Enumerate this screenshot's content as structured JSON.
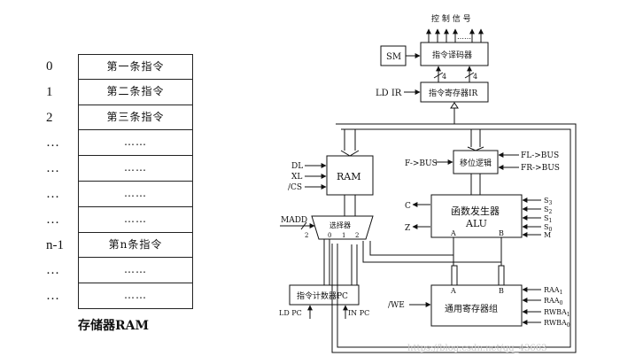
{
  "ram_table": {
    "rows": [
      {
        "addr": "0",
        "content": "第一条指令"
      },
      {
        "addr": "1",
        "content": "第二条指令"
      },
      {
        "addr": "2",
        "content": "第三条指令"
      },
      {
        "addr": "…",
        "content": "……"
      },
      {
        "addr": "…",
        "content": "……"
      },
      {
        "addr": "…",
        "content": "……"
      },
      {
        "addr": "…",
        "content": "……"
      },
      {
        "addr": "n-1",
        "content": "第n条指令"
      },
      {
        "addr": "…",
        "content": "……"
      },
      {
        "addr": "…",
        "content": "……"
      }
    ],
    "caption": "存储器RAM"
  },
  "diagram": {
    "control_signals": "控 制 信 号",
    "ellipsis": "……",
    "sm": "SM",
    "decoder": "指令译码器",
    "bus_width_1": "4",
    "bus_width_2": "4",
    "ld_ir": "LD IR",
    "ir": "指令寄存器IR",
    "shift_logic": "移位逻辑",
    "f_bus": "F->BUS",
    "fl_bus": "FL->BUS",
    "fr_bus": "FR->BUS",
    "ram": "RAM",
    "dl": "DL",
    "xl": "XL",
    "cs": "/CS",
    "alu_line1": "函数发生器",
    "alu_line2": "ALU",
    "alu_c": "C",
    "alu_z": "Z",
    "alu_a": "A",
    "alu_b": "B",
    "s3": "S",
    "s3_sub": "3",
    "s2": "S",
    "s2_sub": "2",
    "s1": "S",
    "s1_sub": "1",
    "s0": "S",
    "s0_sub": "0",
    "m": "M",
    "madd": "MADD",
    "madd_width": "2",
    "mux": "选择器",
    "mux_0": "0",
    "mux_1": "1",
    "mux_2": "2",
    "pc": "指令计数器PC",
    "ld_pc": "LD PC",
    "in_pc": "IN PC",
    "we": "/WE",
    "regs": "通用寄存器组",
    "regs_a": "A",
    "regs_b": "B",
    "raa": "RAA",
    "raa1_sub": "1",
    "raa0_sub": "0",
    "rwba": "RWBA",
    "rwba1_sub": "1",
    "rwba0_sub": "0",
    "watermark": "https://blog.csdn.net/qq_43663"
  },
  "colors": {
    "line": "#111111",
    "background": "#ffffff",
    "watermark": "#c8c8c8"
  }
}
